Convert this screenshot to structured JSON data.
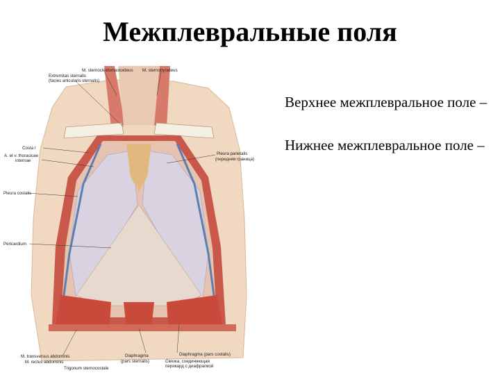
{
  "slide": {
    "title": "Межплевральные поля",
    "bullets": [
      "Верхнее межплевральное поле –",
      "Нижнее межплевральное поле –"
    ]
  },
  "figure": {
    "labels": {
      "scm": "M. sternocleidomastoideus",
      "sternohyoid": "M. sternohyoideus",
      "extremitas": "Extremitas sternalis",
      "facies": "(facies articularis sternalis)",
      "costa": "Costa I",
      "thoracica1": "A. et v. thoracicae",
      "thoracica2": "internae",
      "pleura_par1": "Pleura parietalis",
      "pleura_par2": "(передняя граница)",
      "pleura_cost": "Pleura costalis",
      "pericardium": "Pericardium",
      "transversus": "M. transversus abdominis",
      "rectus": "M. rectus abdominis",
      "trigonum": "Trigonum sternocostale",
      "diaph1a": "Diaphragma",
      "diaph1b": "(pars sternalis)",
      "diaph2": "Diaphragma (pars costalis)",
      "sviaz1": "Связка, соединяющая",
      "sviaz2": "перикард с диафрагмой"
    },
    "colors": {
      "skin": "#f1d8c0",
      "muscle": "#c94a3a",
      "lung": "#d9d2e0",
      "pericardium": "#e8d9cf",
      "thymus": "#e0b880"
    }
  }
}
